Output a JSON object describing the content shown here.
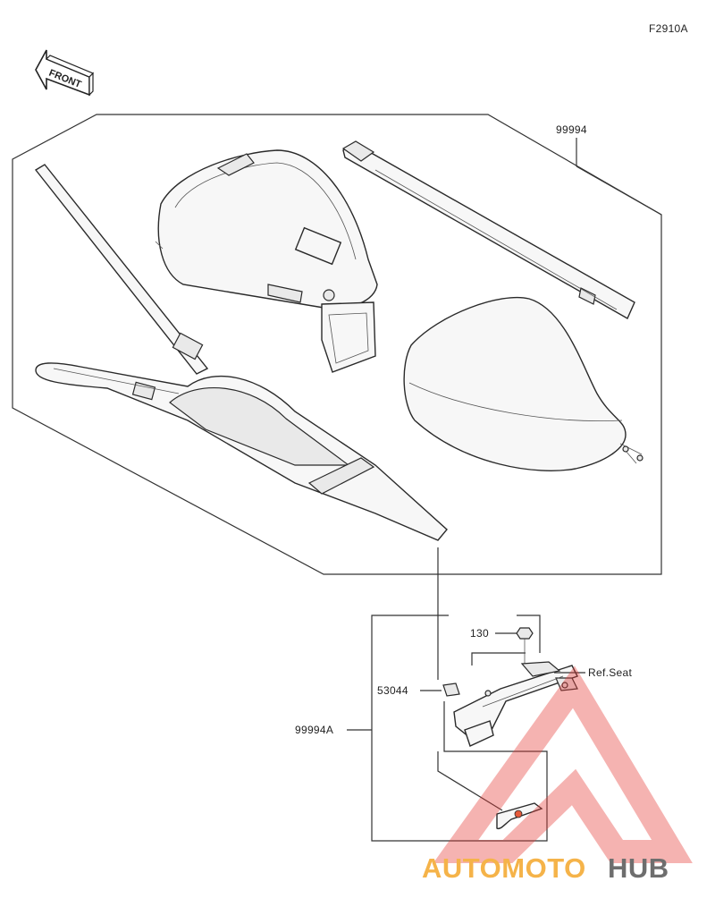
{
  "diagram_code": "F2910A",
  "front_label": "FRONT",
  "callouts": {
    "kit": "99994",
    "bolt": "130",
    "ref_seat": "Ref.Seat",
    "spacer": "53044",
    "bracket_kit": "99994A"
  },
  "watermark": {
    "word1": "AUTOMOTO",
    "word2": "HUB",
    "color_primary": "#f4a62a",
    "color_secondary": "#555555",
    "triangle_color": "#e53935"
  }
}
